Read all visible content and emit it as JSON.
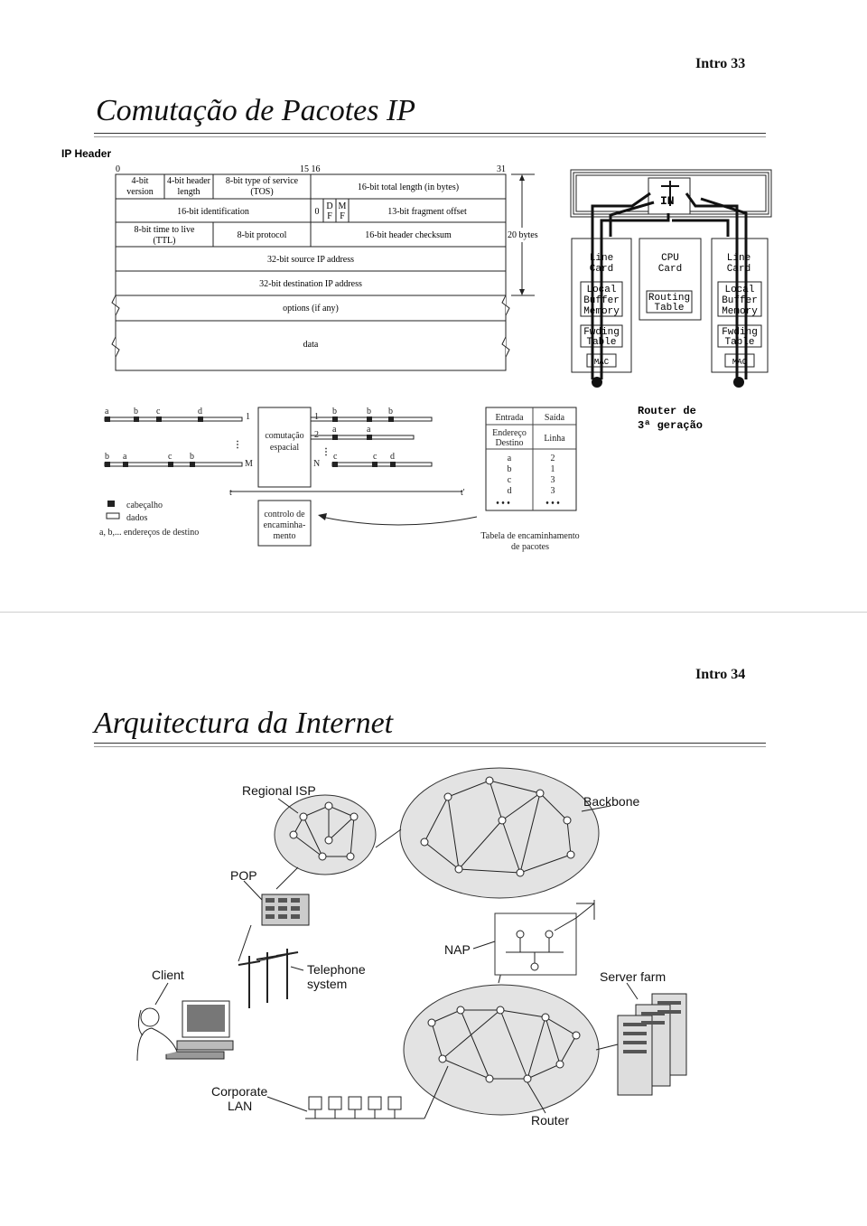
{
  "slide1": {
    "page_label": "Intro  33",
    "title": "Comutação de Pacotes IP",
    "ip_header": {
      "label": "IP Header",
      "bit_0": "0",
      "bit_15_16": "15  16",
      "bit_31": "31",
      "version": [
        "4-bit",
        "version"
      ],
      "header_length": [
        "4-bit header",
        "length"
      ],
      "tos": [
        "8-bit type of service",
        "(TOS)"
      ],
      "total_length": "16-bit total length (in bytes)",
      "identification": "16-bit identification",
      "zero": "0",
      "df": [
        "D",
        "F"
      ],
      "mf": [
        "M",
        "F"
      ],
      "fragment_offset": "13-bit fragment offset",
      "ttl": [
        "8-bit time to live",
        "(TTL)"
      ],
      "protocol": "8-bit protocol",
      "checksum": "16-bit header checksum",
      "size": "20 bytes",
      "src": "32-bit source IP address",
      "dst": "32-bit destination IP address",
      "options": "options (if any)",
      "data": "data"
    },
    "router": {
      "in_label": "IN",
      "line_card": [
        "Line",
        "Card"
      ],
      "cpu_card": [
        "CPU",
        "Card"
      ],
      "buffer": [
        "Local",
        "Buffer",
        "Memory"
      ],
      "routing_table": [
        "Routing",
        "Table"
      ],
      "fwding": [
        "Fwding",
        "Table"
      ],
      "mac": "MAC",
      "caption": [
        "Router de",
        "3ª geração"
      ]
    },
    "switching": {
      "left_top_letters": [
        "a",
        "b",
        "c",
        "d"
      ],
      "left_bottom_letters": [
        "b",
        "a",
        "c",
        "b"
      ],
      "port_1": "1",
      "port_m": "M",
      "port_n": "N",
      "port_2": "2",
      "t_label": "t",
      "t_prime": "t'",
      "fabric": [
        "comutação",
        "espacial"
      ],
      "control": [
        "controlo de",
        "encaminha-",
        "mento"
      ],
      "out_row1": [
        "b",
        "b",
        "b"
      ],
      "out_row2": [
        "a",
        "a"
      ],
      "out_row3": [
        "c",
        "c",
        "d"
      ],
      "legend_header": "cabeçalho",
      "legend_data": "dados",
      "legend_addr": "a, b,... endereços de destino",
      "table_col1": "Entrada",
      "table_col2": "Saída",
      "table_sub1": [
        "Endereço",
        "Destino"
      ],
      "table_sub2": "Linha",
      "table_dest": [
        "a",
        "b",
        "c",
        "d"
      ],
      "table_line": [
        "2",
        "1",
        "3",
        "3"
      ],
      "ellipsis": "• • •",
      "table_caption": [
        "Tabela de encaminhamento",
        "de pacotes"
      ]
    }
  },
  "slide2": {
    "page_label": "Intro  34",
    "title": "Arquitectura da Internet",
    "labels": {
      "regional_isp": "Regional ISP",
      "backbone": "Backbone",
      "pop": "POP",
      "nap": "NAP",
      "client": "Client",
      "telephone": [
        "Telephone",
        "system"
      ],
      "server_farm": "Server farm",
      "corporate": [
        "Corporate",
        "LAN"
      ],
      "router": "Router"
    }
  }
}
